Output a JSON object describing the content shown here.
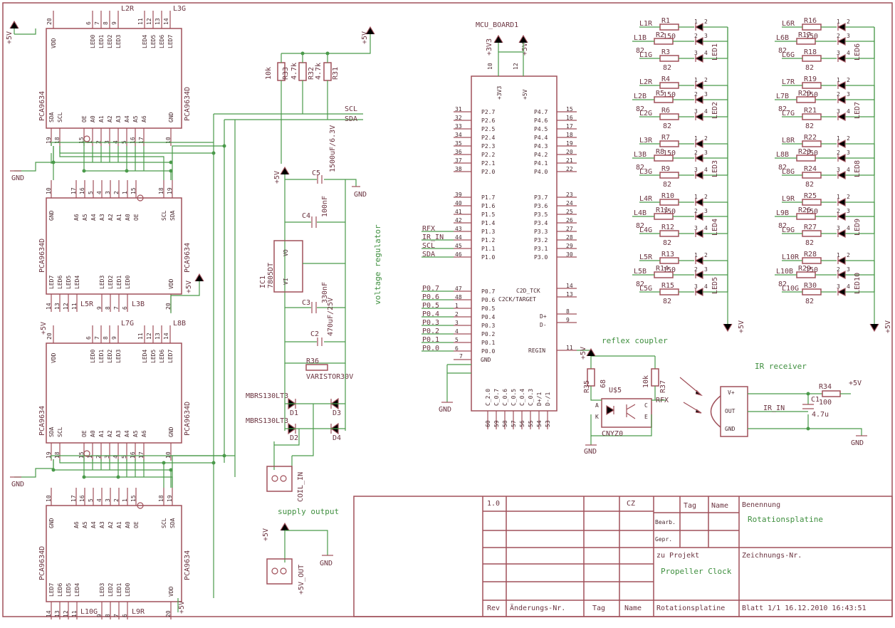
{
  "sheet_info": {
    "rev_value": "1.0",
    "tag_value": "CZ",
    "col_tag": "Tag",
    "col_name": "Name",
    "bearb": "Bearb.",
    "gepr": "Gepr.",
    "benennung_label": "Benennung",
    "benennung_value": "Rotationsplatine",
    "zu_projekt_label": "zu Projekt",
    "zu_projekt_value": "Propeller Clock",
    "zeichnungs_label": "Zeichnungs-Nr.",
    "rev_label": "Rev",
    "aenderungs_label": "Änderungs-Nr.",
    "tag_label": "Tag",
    "name_label": "Name",
    "filename": "Rotationsplatine",
    "blatt": "Blatt 1/1  16.12.2010  16:43:51"
  },
  "labels": {
    "voltage_regulator": "voltage regulator",
    "reflex_coupler": "reflex coupler",
    "ir_receiver": "IR receiver",
    "supply_output": "supply output",
    "mcu_name": "MCU_BOARD1",
    "pca_name": "PCA9634D",
    "pca_alt": "PCA9634",
    "ic1": "IC1",
    "ic1_val": "7805DT",
    "vi": "VI",
    "vo": "VO",
    "sda": "SDA",
    "scl": "SCL",
    "gnd": "GND",
    "vdd": "VDD",
    "oe": "OE",
    "p5v": "+5V",
    "p3v3": "+3V3",
    "coil_in": "COIL_IN",
    "out_5v": "+5V_OUT",
    "cnyz": "CNYZ0",
    "u5": "U$5",
    "rfx": "RFX",
    "ir_in": "IR_IN",
    "regin": "REGIN",
    "c2d": "C2D_TCK",
    "c2ck": "C2CK/TARGET",
    "d_plus": "D+",
    "d_minus": "D-",
    "vplus": "V+",
    "out": "OUT",
    "varistor": "VARISTOR30V",
    "mbrs1": "MBRS130LT3",
    "mbrs2": "MBRS130LT3",
    "c1": "C1",
    "c1_val1": "100",
    "c1_val2": "4.7u",
    "r34": "R34",
    "r35": "R35",
    "r35_val": "68",
    "r37": "R37",
    "r37_val": "10k",
    "r36": "R36",
    "r33": "R33",
    "r33_val": "10k",
    "r32": "R32",
    "r32_val": "4.7k",
    "r31": "R31",
    "r31_val": "4.7k",
    "c2": "C2",
    "c2_val": "470uF/25V",
    "c3": "C3",
    "c3_val": "330nF",
    "c4": "C4",
    "c4_val": "100nF",
    "c5": "C5",
    "c5_val": "1500uF/6.3V",
    "d1": "D1",
    "d2": "D2",
    "d3": "D3",
    "d4": "D4",
    "a": "A",
    "k": "K",
    "c": "C",
    "e": "E",
    "top_l2r": "L2R",
    "top_l3g": "L3G",
    "l5r": "L5R",
    "l3b": "L3B",
    "l7g": "L7G",
    "l8b": "L8B",
    "l10g": "L10G",
    "l9r": "L9R"
  },
  "pca_pins_top": [
    "6",
    "7",
    "8",
    "9",
    "11",
    "12",
    "13",
    "14"
  ],
  "pca_led_names": [
    "LED0",
    "LED1",
    "LED2",
    "LED3",
    "LED4",
    "LED5",
    "LED6",
    "LED7"
  ],
  "pca_bottom_pins": [
    "19",
    "18",
    "15",
    "1",
    "2",
    "3",
    "4",
    "5",
    "16",
    "17",
    "10"
  ],
  "pca_bottom_names": [
    "SDA",
    "SCL",
    "OE",
    "A0",
    "A1",
    "A2",
    "A3",
    "A4",
    "A5",
    "A6",
    "GND"
  ],
  "mcu_left": [
    {
      "n": "P2.7",
      "p": "31"
    },
    {
      "n": "P2.6",
      "p": "32"
    },
    {
      "n": "P2.5",
      "p": "33"
    },
    {
      "n": "P2.4",
      "p": "34"
    },
    {
      "n": "P2.3",
      "p": "35"
    },
    {
      "n": "P2.2",
      "p": "36"
    },
    {
      "n": "P2.1",
      "p": "37"
    },
    {
      "n": "P2.0",
      "p": "38"
    },
    {
      "n": "P1.7",
      "p": "39"
    },
    {
      "n": "P1.6",
      "p": "40"
    },
    {
      "n": "P1.5",
      "p": "41"
    },
    {
      "n": "P1.4",
      "p": "42"
    },
    {
      "n": "P1.3",
      "p": "43"
    },
    {
      "n": "P1.2",
      "p": "44"
    },
    {
      "n": "P1.1",
      "p": "45"
    },
    {
      "n": "P1.0",
      "p": "46"
    },
    {
      "n": "P0.7",
      "p": "47"
    },
    {
      "n": "P0.6",
      "p": "48"
    },
    {
      "n": "P0.5",
      "p": "1"
    },
    {
      "n": "P0.4",
      "p": "2"
    },
    {
      "n": "P0.3",
      "p": "3"
    },
    {
      "n": "P0.2",
      "p": "4"
    },
    {
      "n": "P0.1",
      "p": "5"
    },
    {
      "n": "P0.0",
      "p": "6"
    }
  ],
  "mcu_left_nets": [
    "RFX",
    "IR_IN",
    "SCL",
    "SDA",
    "P0.7",
    "P0.6",
    "P0.5",
    "P0.4",
    "P0.3",
    "P0.2",
    "P0.1",
    "P0.0"
  ],
  "mcu_right": [
    {
      "n": "P4.7",
      "p": "15"
    },
    {
      "n": "P4.6",
      "p": "16"
    },
    {
      "n": "P4.5",
      "p": "17"
    },
    {
      "n": "P4.4",
      "p": "18"
    },
    {
      "n": "P4.3",
      "p": "19"
    },
    {
      "n": "P4.2",
      "p": "20"
    },
    {
      "n": "P4.1",
      "p": "21"
    },
    {
      "n": "P4.0",
      "p": "22"
    },
    {
      "n": "P3.7",
      "p": "23"
    },
    {
      "n": "P3.6",
      "p": "24"
    },
    {
      "n": "P3.5",
      "p": "25"
    },
    {
      "n": "P3.4",
      "p": "26"
    },
    {
      "n": "P3.3",
      "p": "27"
    },
    {
      "n": "P3.2",
      "p": "28"
    },
    {
      "n": "P3.1",
      "p": "29"
    },
    {
      "n": "P3.0",
      "p": "30"
    }
  ],
  "mcu_bottom": [
    {
      "n": "C_2.0",
      "p": "60"
    },
    {
      "n": "C_0.7",
      "p": "59"
    },
    {
      "n": "C_0.6",
      "p": "58"
    },
    {
      "n": "C_0.5",
      "p": "57"
    },
    {
      "n": "C_0.4",
      "p": "56"
    },
    {
      "n": "C_0.3",
      "p": "55"
    },
    {
      "n": "D+/1",
      "p": "54"
    },
    {
      "n": "D-/1",
      "p": "53"
    }
  ],
  "led_left": [
    {
      "led": "LED1",
      "r": [
        "R1",
        "R2",
        "R3"
      ],
      "n": [
        "L1R",
        "L1B",
        "L1G"
      ],
      "v": [
        "150",
        "82",
        "82"
      ]
    },
    {
      "led": "LED2",
      "r": [
        "R4",
        "R5",
        "R6"
      ],
      "n": [
        "L2R",
        "L2B",
        "L2G"
      ],
      "v": [
        "150",
        "82",
        "82"
      ]
    },
    {
      "led": "LED3",
      "r": [
        "R7",
        "R8",
        "R9"
      ],
      "n": [
        "L3R",
        "L3B",
        "L3G"
      ],
      "v": [
        "150",
        "82",
        "82"
      ]
    },
    {
      "led": "LED4",
      "r": [
        "R10",
        "R11",
        "R12"
      ],
      "n": [
        "L4R",
        "L4B",
        "L4G"
      ],
      "v": [
        "150",
        "82",
        "82"
      ]
    },
    {
      "led": "LED5",
      "r": [
        "R13",
        "R14",
        "R15"
      ],
      "n": [
        "L5R",
        "L5B",
        "L5G"
      ],
      "v": [
        "150",
        "82",
        "82"
      ]
    }
  ],
  "led_right": [
    {
      "led": "LED6",
      "r": [
        "R16",
        "R17",
        "R18"
      ],
      "n": [
        "L6R",
        "L6B",
        "L6G"
      ],
      "v": [
        "150",
        "82",
        "82"
      ]
    },
    {
      "led": "LED7",
      "r": [
        "R19",
        "R20",
        "R21"
      ],
      "n": [
        "L7R",
        "L7B",
        "L7G"
      ],
      "v": [
        "150",
        "82",
        "82"
      ]
    },
    {
      "led": "LED8",
      "r": [
        "R22",
        "R23",
        "R24"
      ],
      "n": [
        "L8R",
        "L8B",
        "L8G"
      ],
      "v": [
        "150",
        "82",
        "82"
      ]
    },
    {
      "led": "LED9",
      "r": [
        "R25",
        "R26",
        "R27"
      ],
      "n": [
        "L9R",
        "L9B",
        "L9G"
      ],
      "v": [
        "150",
        "82",
        "82"
      ]
    },
    {
      "led": "LED10",
      "r": [
        "R28",
        "R29",
        "R30"
      ],
      "n": [
        "L10R",
        "L10B",
        "L10G"
      ],
      "v": [
        "150",
        "82",
        "82"
      ]
    }
  ]
}
